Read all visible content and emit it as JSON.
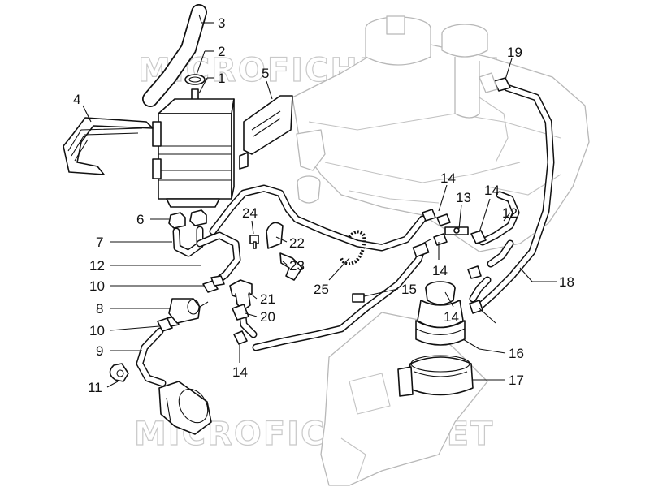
{
  "watermark": {
    "text": "MICROFICHES.NET"
  },
  "callouts": [
    {
      "id": "c3",
      "label": "3"
    },
    {
      "id": "c2",
      "label": "2"
    },
    {
      "id": "c1",
      "label": "1"
    },
    {
      "id": "c4",
      "label": "4"
    },
    {
      "id": "c5",
      "label": "5"
    },
    {
      "id": "c19",
      "label": "19"
    },
    {
      "id": "c14a",
      "label": "14"
    },
    {
      "id": "c13",
      "label": "13"
    },
    {
      "id": "c14b",
      "label": "14"
    },
    {
      "id": "c12a",
      "label": "12"
    },
    {
      "id": "c6",
      "label": "6"
    },
    {
      "id": "c24",
      "label": "24"
    },
    {
      "id": "c7",
      "label": "7"
    },
    {
      "id": "c22",
      "label": "22"
    },
    {
      "id": "c12b",
      "label": "12"
    },
    {
      "id": "c23",
      "label": "23"
    },
    {
      "id": "c14c",
      "label": "14"
    },
    {
      "id": "c18",
      "label": "18"
    },
    {
      "id": "c10a",
      "label": "10"
    },
    {
      "id": "c15",
      "label": "15"
    },
    {
      "id": "c25",
      "label": "25"
    },
    {
      "id": "c21",
      "label": "21"
    },
    {
      "id": "c8",
      "label": "8"
    },
    {
      "id": "c20",
      "label": "20"
    },
    {
      "id": "c14d",
      "label": "14"
    },
    {
      "id": "c10b",
      "label": "10"
    },
    {
      "id": "c9",
      "label": "9"
    },
    {
      "id": "c16",
      "label": "16"
    },
    {
      "id": "c14e",
      "label": "14"
    },
    {
      "id": "c11",
      "label": "11"
    },
    {
      "id": "c17",
      "label": "17"
    }
  ]
}
